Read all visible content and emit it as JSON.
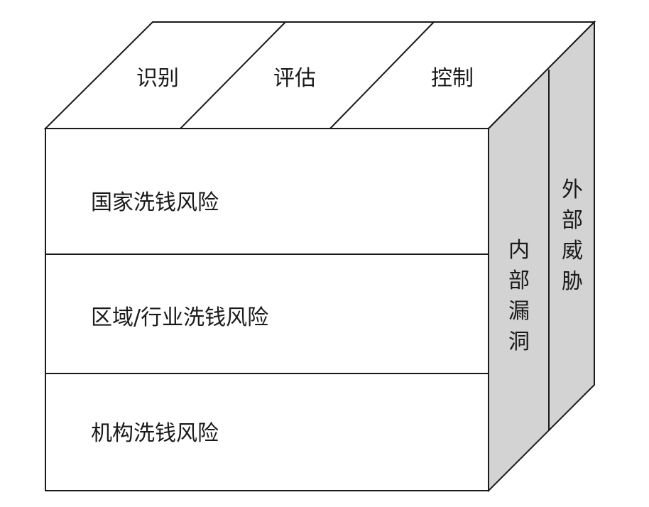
{
  "top_segments": [
    "识别",
    "评估",
    "控制"
  ],
  "front_rows": [
    "国家洗钱风险",
    "区域/行业洗钱风险",
    "机构洗钱风险"
  ],
  "side_panels": {
    "inner": "内部漏洞",
    "outer": "外部威胁"
  },
  "colors": {
    "side_fill": "#d3d3d3",
    "stroke": "#1a1a1a"
  }
}
